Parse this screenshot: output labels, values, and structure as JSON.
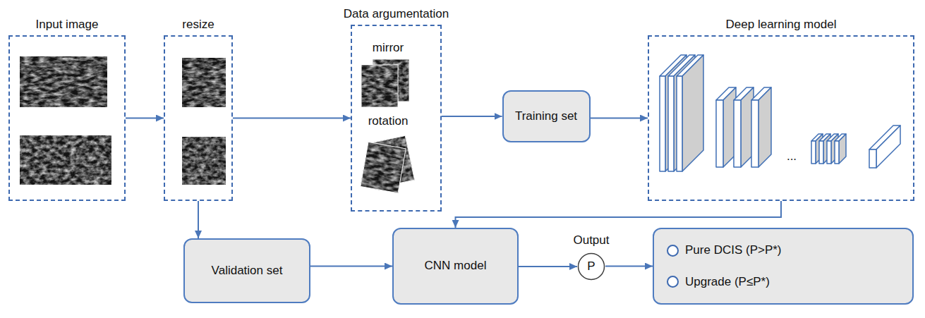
{
  "diagram": {
    "nodes": [
      {
        "text": [
          "Input image"
        ]
      },
      {
        "text": [
          "resize"
        ]
      },
      {
        "text": [
          "Data argumentation"
        ]
      },
      {
        "text": [
          "Training set"
        ]
      },
      {
        "text": [
          "Deep learning model"
        ]
      },
      {
        "text": [
          "Validation set"
        ]
      },
      {
        "text": [
          "CNN model"
        ]
      },
      {
        "text": [
          "Output",
          "P"
        ]
      },
      {
        "text": [
          "Pure DCIS (P>P*)",
          "Upgrade (P≤P*)"
        ]
      }
    ],
    "edges": [
      {
        "from": 0,
        "to": 1,
        "arrow": "to"
      },
      {
        "from": 1,
        "to": 2,
        "arrow": "to"
      },
      {
        "from": 2,
        "to": 3,
        "arrow": "to"
      },
      {
        "from": 3,
        "to": 4,
        "arrow": "to"
      },
      {
        "from": 1,
        "to": 5,
        "arrow": "to"
      },
      {
        "from": 4,
        "to": 6,
        "arrow": "to"
      },
      {
        "from": 5,
        "to": 6,
        "arrow": "to"
      },
      {
        "from": 6,
        "to": 7,
        "arrow": "to"
      },
      {
        "from": 7,
        "to": 8,
        "arrow": "to"
      }
    ],
    "labels": [
      "mirror",
      "rotation",
      "..."
    ]
  }
}
